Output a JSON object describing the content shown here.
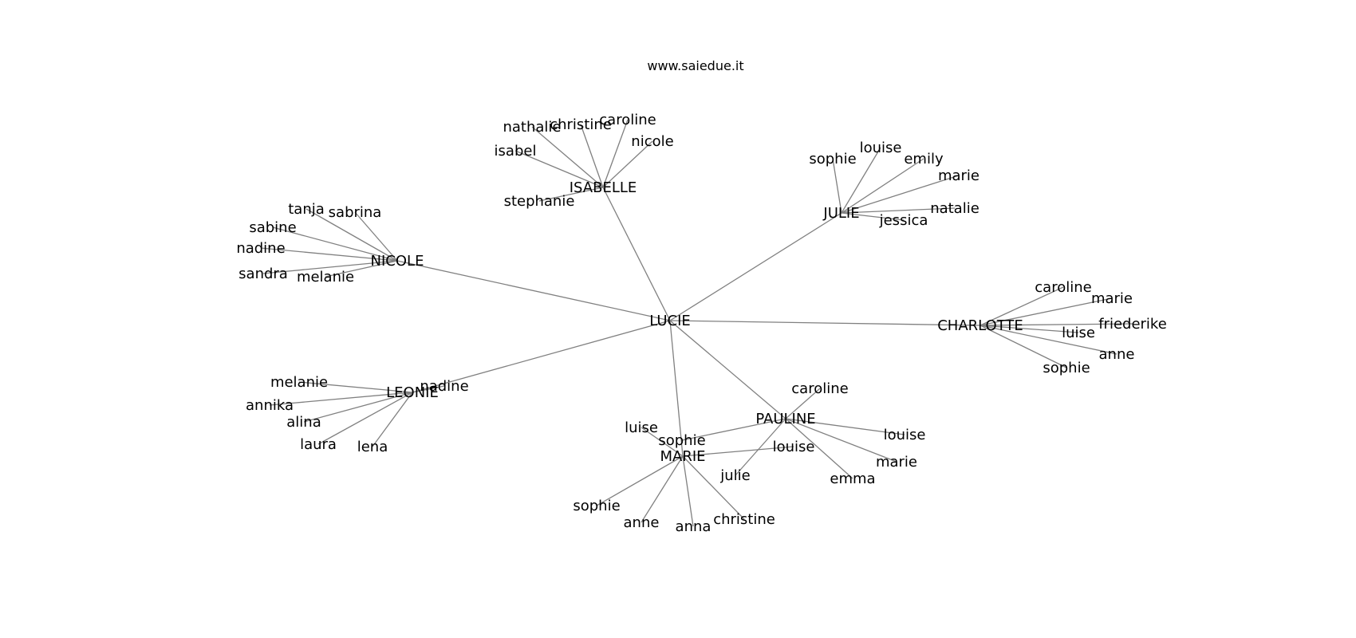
{
  "watermark": "www.saiedue.it",
  "graph": {
    "root": {
      "label": "LUCIE"
    },
    "groups": [
      {
        "label": "ISABELLE",
        "children": [
          "stephanie",
          "isabel",
          "nathalie",
          "christine",
          "caroline",
          "nicole"
        ]
      },
      {
        "label": "JULIE",
        "children": [
          "sophie",
          "louise",
          "emily",
          "marie",
          "natalie",
          "jessica"
        ]
      },
      {
        "label": "NICOLE",
        "children": [
          "tanja",
          "sabrina",
          "sabine",
          "nadine",
          "sandra",
          "melanie"
        ]
      },
      {
        "label": "CHARLOTTE",
        "children": [
          "caroline",
          "marie",
          "friederike",
          "luise",
          "anne",
          "sophie"
        ]
      },
      {
        "label": "LEONIE",
        "children": [
          "nadine",
          "melanie",
          "annika",
          "alina",
          "laura",
          "lena"
        ]
      },
      {
        "label": "PAULINE",
        "children": [
          "caroline",
          "louise",
          "marie",
          "emma",
          "julie",
          "sophie"
        ]
      },
      {
        "label": "MARIE",
        "children": [
          "luise",
          "louise",
          "christine",
          "anna",
          "anne",
          "sophie"
        ]
      }
    ]
  }
}
